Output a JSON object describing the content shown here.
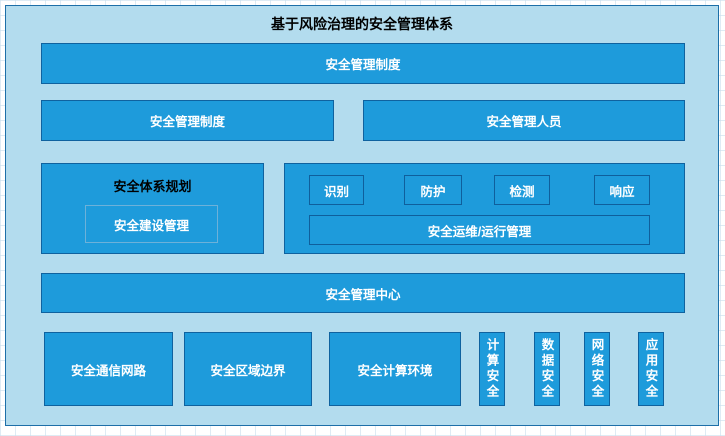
{
  "diagram": {
    "title": "基于风险治理的安全管理体系",
    "row1": {
      "bar_label": "安全管理制度"
    },
    "row2": {
      "left_label": "安全管理制度",
      "right_label": "安全管理人员"
    },
    "row3": {
      "left_group": {
        "title": "安全体系规划",
        "inner_label": "安全建设管理"
      },
      "right_group": {
        "items": [
          "识别",
          "防护",
          "检测",
          "响应"
        ],
        "bar_label": "安全运维/运行管理"
      }
    },
    "row4": {
      "bar_label": "安全管理中心"
    },
    "row5": {
      "boxes": [
        "安全通信网路",
        "安全区域边界",
        "安全计算环境"
      ],
      "vertical_boxes": [
        "计算安全",
        "数据安全",
        "网络安全",
        "应用安全"
      ]
    },
    "colors": {
      "canvas_background": "#ffffff",
      "grid_line": "#cde0ee",
      "container_fill": "#b3dcee",
      "container_border": "#1d6fa8",
      "box_fill": "#1e9bdb",
      "box_border": "#0f629f",
      "inner_box_border": "#6db1d9",
      "box_text": "#ffffff",
      "heading_text": "#000000"
    }
  }
}
